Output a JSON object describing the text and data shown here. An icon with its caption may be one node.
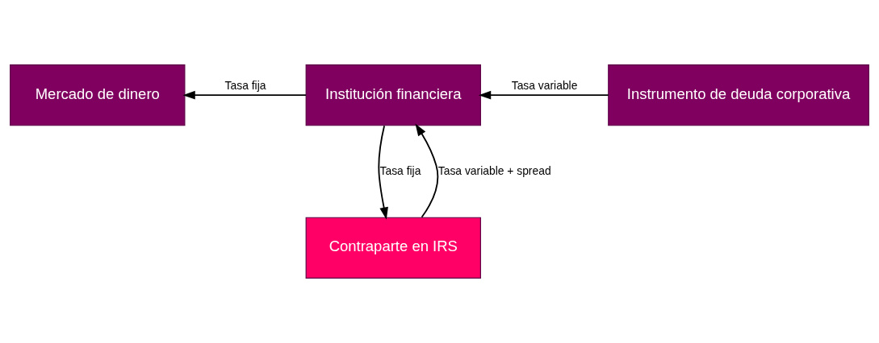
{
  "diagram": {
    "nodes": [
      {
        "text": [
          "Mercado de dinero"
        ]
      },
      {
        "text": [
          "Institución financiera"
        ]
      },
      {
        "text": [
          "Instrumento de deuda corporativa"
        ]
      },
      {
        "text": [
          "Contraparte en IRS"
        ]
      }
    ],
    "edges": [
      {
        "from": 1,
        "to": 0,
        "arrow": "to",
        "label": "Tasa fija"
      },
      {
        "from": 2,
        "to": 1,
        "arrow": "to",
        "label": "Tasa variable"
      },
      {
        "from": 3,
        "to": 1,
        "arrow": "to",
        "label": "Tasa variable + spread"
      },
      {
        "from": 1,
        "to": 3,
        "arrow": "to",
        "label": "Tasa fija"
      }
    ]
  }
}
